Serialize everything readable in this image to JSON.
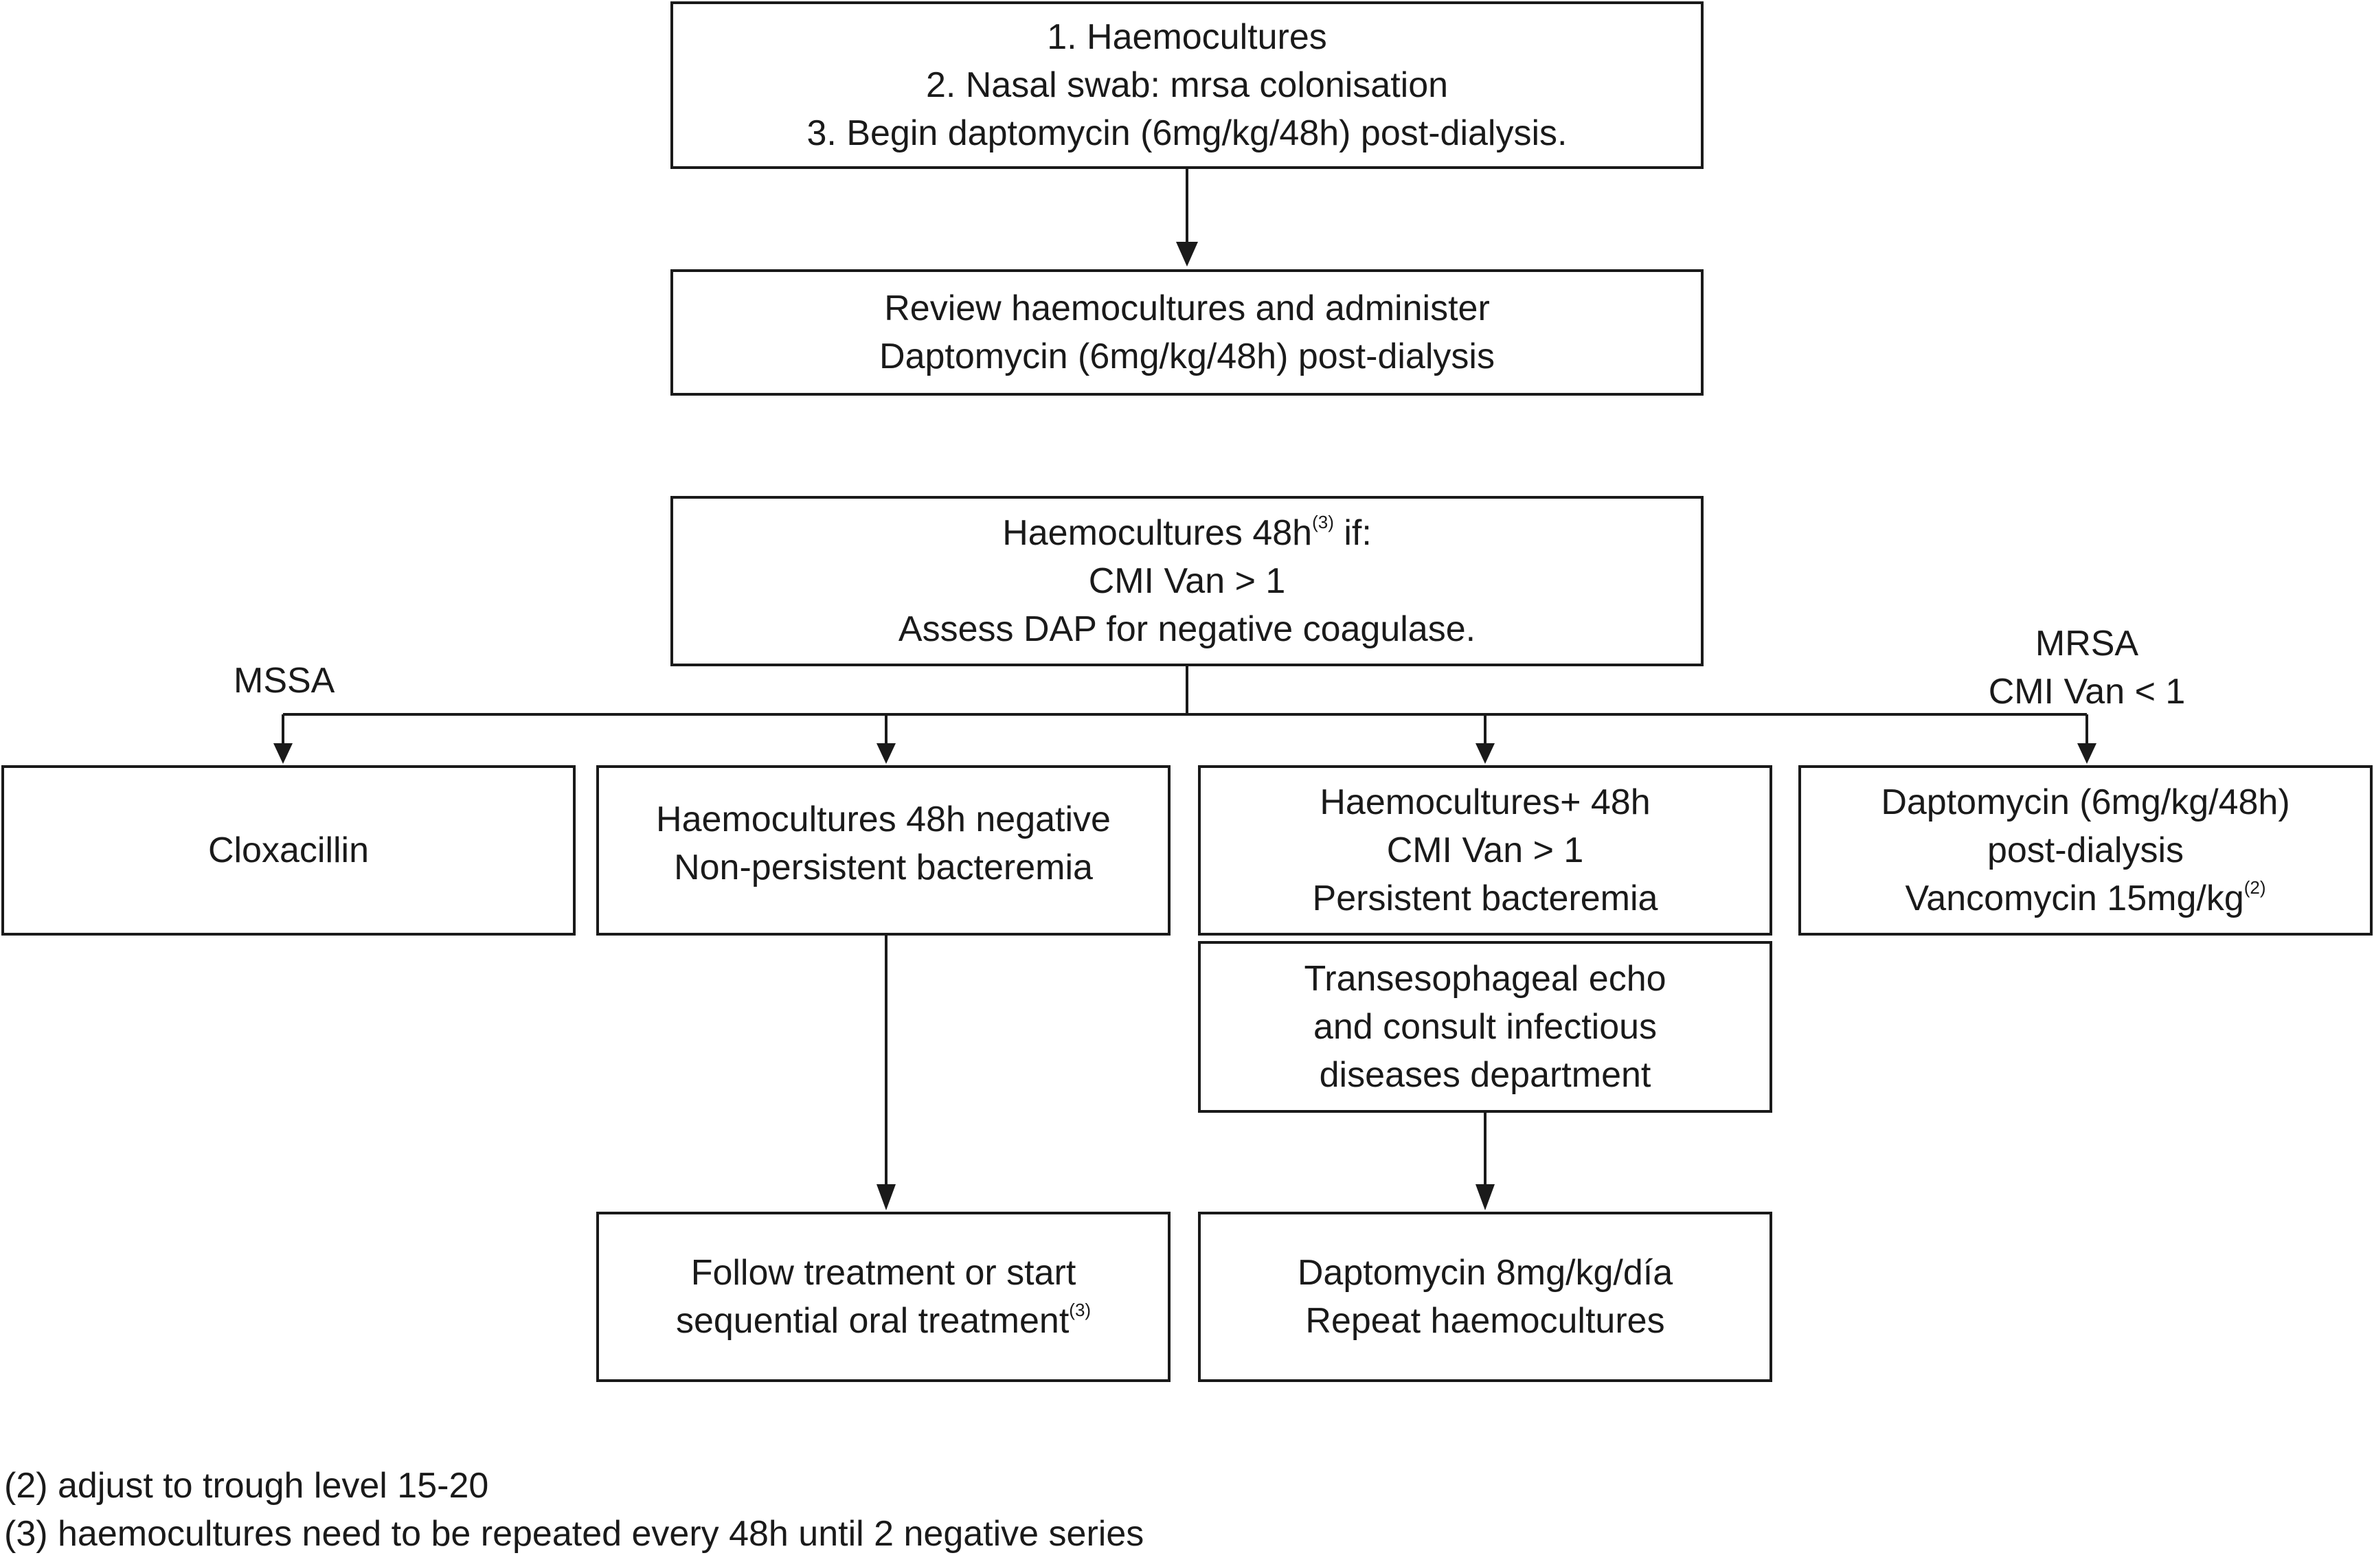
{
  "boxes": {
    "start": {
      "lines": [
        "1. Haemocultures",
        "2. Nasal swab: mrsa colonisation",
        "3. Begin daptomycin (6mg/kg/48h) post-dialysis."
      ]
    },
    "review": {
      "lines": [
        "Review haemocultures and administer",
        "Daptomycin (6mg/kg/48h) post-dialysis"
      ]
    },
    "haemo48": {
      "line1_main": "Haemocultures 48h",
      "line1_sup": "(3)",
      "line1_tail": " if:",
      "line2": "CMI Van > 1",
      "line3": "Assess DAP for negative coagulase."
    },
    "cloxacillin": {
      "lines": [
        "Cloxacillin"
      ]
    },
    "negative": {
      "lines": [
        "Haemocultures 48h negative",
        "Non-persistent bacteremia"
      ]
    },
    "persistent": {
      "lines": [
        "Haemocultures+ 48h",
        "CMI Van > 1",
        "Persistent bacteremia"
      ]
    },
    "dapto_mrsa": {
      "line1": "Daptomycin (6mg/kg/48h)",
      "line2": "post-dialysis",
      "line3_main": "Vancomycin 15mg/kg",
      "line3_sup": "(2)"
    },
    "echo": {
      "lines": [
        "Transesophageal echo",
        "and consult infectious",
        "diseases department"
      ]
    },
    "follow": {
      "line1": "Follow treatment or start",
      "line2_main": "sequential oral treatment",
      "line2_sup": "(3)"
    },
    "dapto8": {
      "lines": [
        "Daptomycin 8mg/kg/día",
        "Repeat haemocultures"
      ]
    }
  },
  "branch_labels": {
    "mssa": "MSSA",
    "mrsa_line1": "MRSA",
    "mrsa_line2": "CMI Van < 1"
  },
  "footnotes": [
    "(2) adjust to trough level 15-20",
    "(3) haemocultures need to be repeated every 48h until 2 negative series"
  ],
  "colors": {
    "line": "#1a1a1a",
    "background": "#ffffff"
  }
}
